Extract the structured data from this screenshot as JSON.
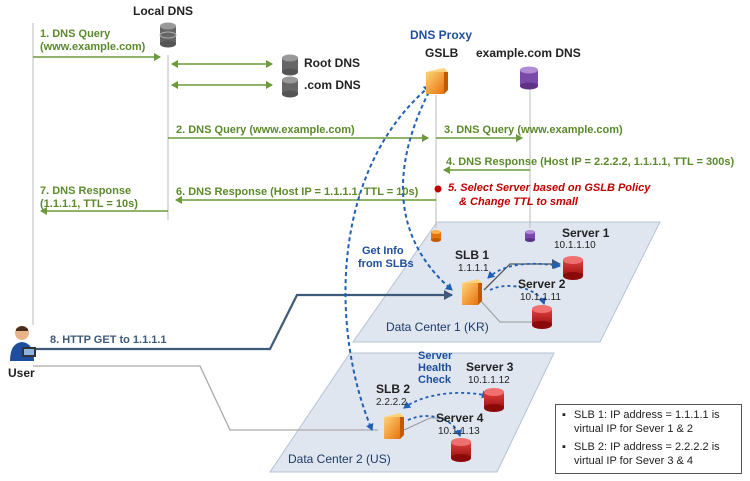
{
  "nodes": {
    "local_dns": "Local DNS",
    "root_dns": "Root DNS",
    "com_dns": ".com DNS",
    "dns_proxy": "DNS Proxy",
    "gslb": "GSLB",
    "example_dns": "example.com DNS",
    "user": "User",
    "slb1": "SLB 1",
    "slb1_ip": "1.1.1.1",
    "slb2": "SLB 2",
    "slb2_ip": "2.2.2.2",
    "server1": "Server 1",
    "server1_ip": "10.1.1.10",
    "server2": "Server 2",
    "server2_ip": "10.1.1.11",
    "server3": "Server 3",
    "server3_ip": "10.1.1.12",
    "server4": "Server 4",
    "server4_ip": "10.1.1.13",
    "dc1": "Data Center 1 (KR)",
    "dc2": "Data Center 2 (US)"
  },
  "steps": {
    "s1_line1": "1. DNS Query",
    "s1_line2": "(www.example.com)",
    "s2": "2. DNS Query (www.example.com)",
    "s3": "3. DNS Query (www.example.com)",
    "s4": "4. DNS Response (Host IP = 2.2.2.2, 1.1.1.1, TTL = 300s)",
    "s5_line1": "5. Select Server based on GSLB Policy",
    "s5_line2": "& Change TTL to small",
    "s6": "6. DNS Response (Host IP = 1.1.1.1, TTL = 10s)",
    "s7_line1": "7. DNS Response",
    "s7_line2": "(1.1.1.1, TTL = 10s)",
    "s8": "8. HTTP GET to 1.1.1.1"
  },
  "annotations": {
    "get_info_line1": "Get Info",
    "get_info_line2": "from SLBs",
    "health_line1": "Server",
    "health_line2": "Health",
    "health_line3": "Check"
  },
  "legend": {
    "item1": "SLB 1: IP address = 1.1.1.1 is virtual IP for Sever 1 & 2",
    "item2": "SLB 2: IP address = 2.2.2.2 is virtual IP for Sever 3 & 4"
  },
  "colors": {
    "green_arrow": "#6a9a3a",
    "blue_link": "#1f5fb4",
    "red_note": "#c00000",
    "navy_line": "#3e5a7a",
    "platform": "#dfe6ef"
  }
}
